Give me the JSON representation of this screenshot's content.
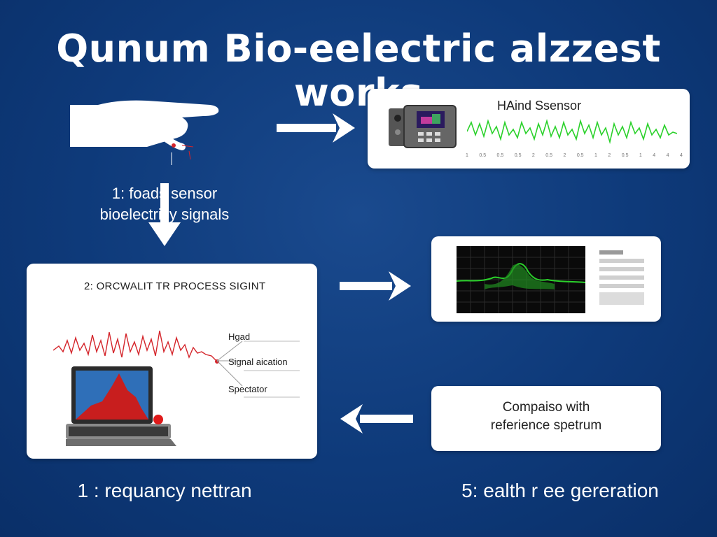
{
  "title": "Qunum Bio-eelectric alzzest works",
  "step1": {
    "line1": "1: foads sensor",
    "line2": "bioelectricy signals"
  },
  "card_top": {
    "title": "HAind Ssensor",
    "tick_labels": [
      "1",
      "0.5",
      "0.5",
      "0.5",
      "2",
      "0.5",
      "2",
      "0.5",
      "1",
      "2",
      "0.5",
      "1",
      "4",
      "4",
      "4"
    ]
  },
  "card_process": {
    "title": "2: ORCWALIT TR PROCESS SIGINT",
    "legend": [
      "Hgad",
      "Signal aication",
      "Spectator"
    ]
  },
  "card_compare": {
    "line1": "Compaiso with",
    "line2": "referience spetrum"
  },
  "bottom_left": "1 : requancy  nettran",
  "bottom_right": "5: ealth r ee gereration",
  "colors": {
    "background": "#0e3a7a",
    "card": "#ffffff",
    "signal_green": "#2bd12b",
    "signal_red": "#d4242a"
  },
  "icons": [
    "hand-icon",
    "sensor-device-icon",
    "laptop-icon",
    "arrow-right-icon",
    "arrow-down-icon",
    "arrow-left-icon"
  ]
}
